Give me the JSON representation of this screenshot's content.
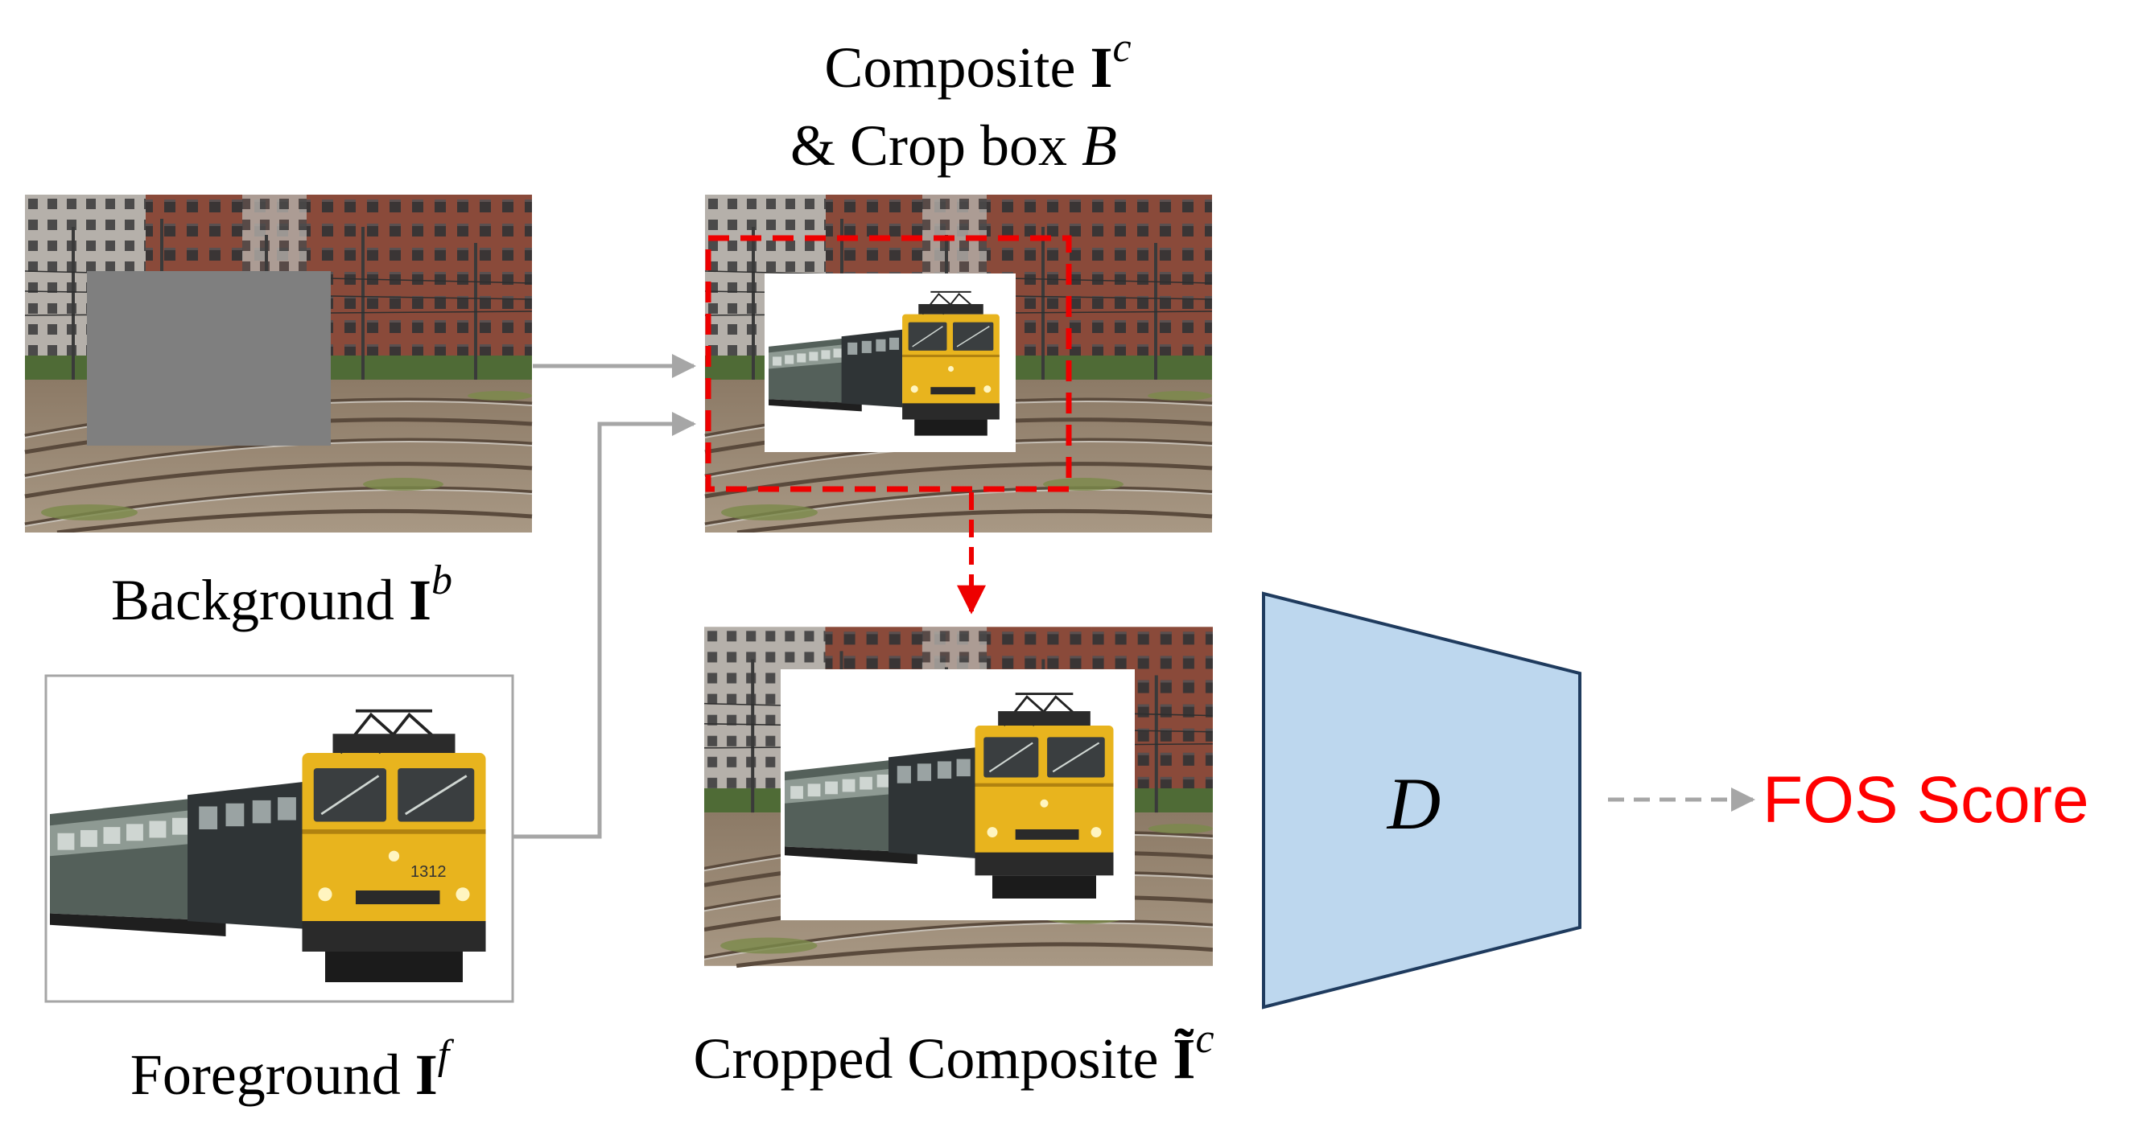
{
  "labels": {
    "background": {
      "text": "Background ",
      "symbol": "I",
      "sup": "b"
    },
    "foreground": {
      "text": "Foreground ",
      "symbol": "I",
      "sup": "f"
    },
    "composite_line1": {
      "text": "Composite ",
      "symbol": "I",
      "sup": "c"
    },
    "composite_line2": {
      "text": "& Crop box ",
      "italic": "B"
    },
    "cropped": {
      "text": "Cropped Composite ",
      "symbol": "Ĩ",
      "sup": "c"
    },
    "discriminator": "D",
    "output": "FOS Score"
  },
  "train_number": "1312",
  "colors": {
    "arrow_gray": "#a6a6a6",
    "crop_box_red": "#ee0000",
    "discriminator_fill": "#bdd7ee",
    "discriminator_stroke": "#1f3b5e",
    "output_text": "#ff0000",
    "placeholder_gray": "#7f7f7f",
    "train_yellow": "#e8b41e"
  }
}
